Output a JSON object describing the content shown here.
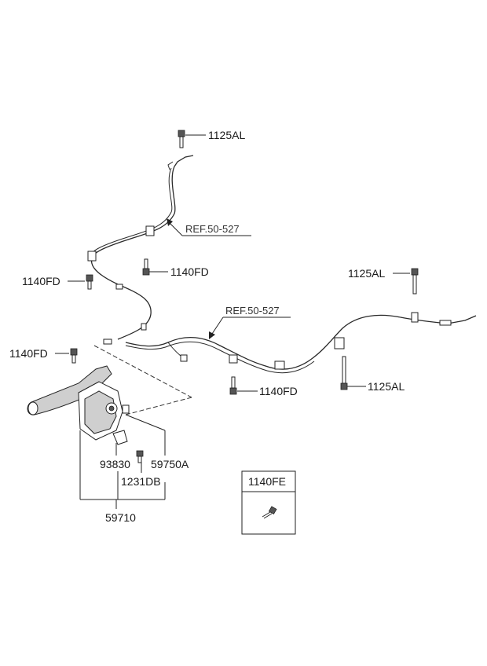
{
  "diagram": {
    "labels": {
      "top_1125AL": "1125AL",
      "left_1140FD_upper": "1140FD",
      "mid_1140FD": "1140FD",
      "ref_upper": "REF.50-527",
      "ref_lower": "REF.50-527",
      "right_1125AL_upper": "1125AL",
      "left_1140FD_lower": "1140FD",
      "center_1140FD": "1140FD",
      "right_1125AL_lower": "1125AL",
      "part_93830": "93830",
      "part_59750A": "59750A",
      "part_1231DB": "1231DB",
      "part_59710": "59710",
      "legend_1140FE": "1140FE"
    }
  }
}
